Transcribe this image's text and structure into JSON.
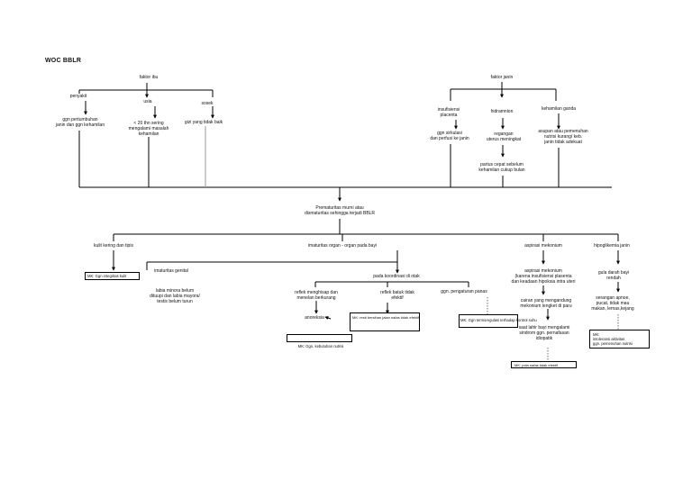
{
  "title": "WOC BBLR",
  "faktor_ibu": {
    "label": "faktor ibu",
    "penyakit": "penyakit",
    "usia": "usia",
    "sosek": "sosek",
    "ggn_pertumbuhan": "ggn pertumbuhan\njanin dan ggn kehamilan",
    "usia_detail": "< 20 thn sering\nmengalami masalah\nkehamilan",
    "gizi": "gizi yang tidak baik"
  },
  "faktor_janin": {
    "label": "faktor janin",
    "insufisiensi": "insufisiensi\nplacenta",
    "hidramnion": "hidramnion",
    "kehamilan_ganda": "kehamilan ganda",
    "ggn_sirkulasi": "ggn sirkulasi\ndan perfusi ke janin",
    "regangan": "regangan\nuterus meningkat",
    "asupan": "asupan atau pemenuhan\nnutrisi kurang/ keb.\njanin tidak adekuat",
    "partus": "partus cepat sebelum\nkehamilan cukup bulan"
  },
  "center": "Prematuritas murni atau\ndismaturitas sehingga terjadi BBLR",
  "branches": {
    "kulit": "kulit kering dan tipis",
    "imaturitas": "imaturitas organ - organ pada bayi",
    "aspirasi": "aspirasi mekonium",
    "hipoglikemia": "hipoglikemia janin"
  },
  "mk_integritas": "MK: Ggn integritas kulit",
  "imaturitas_genital": "imaturitas genital",
  "labia": "labia minora belum\ndituupi dan labia mayora/\ntestis belum turun",
  "koordinasi": "pada koordinasi di otak",
  "refleks_menghisap": "reflek menghisap dan\nmenelan berkurang",
  "refleks_batuk": "reflek batuk tidak\nefektif",
  "ggn_pengaturan": "ggn. pengaturan panas",
  "anoreksia": "anoreksia",
  "mk_jalan_nafas": "MK: resti bersihan jalan nafas tidak efektif",
  "mk_kebutuhan_nutrisi": "MK: Ggn. kebutuhan nutrisi",
  "mk_termoregulasi": "MK: Ggn termoregulasi terhadap kontrol suhu",
  "aspirasi_detail": "aspirasi mekonium\n(karena insufisiensi plasenta\ndan keadaan hipoksia intra uteri",
  "cairan": "cairan yang mengandung\nmekonium lengket di paru",
  "lahir": "saat lahir bayi mengalami\nsindrom ggn. pernafasan\nidiopatik",
  "mk_pola_nafas": "MK: pola nafas tidak efektif",
  "gula_darah": "gula darah bayi\nrendah",
  "serangan": "serangan apnoe,\npucat, tidak mau\nmakan, lemas,kejang",
  "mk_intoleransi": "MK:\nintoleransi aktivitas\nggn. pemenuhan nutrisi"
}
